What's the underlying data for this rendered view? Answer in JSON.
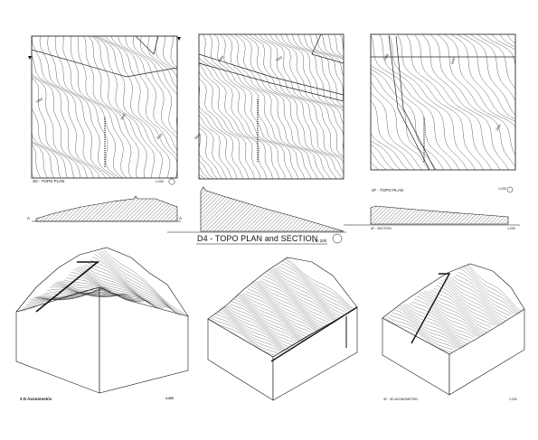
{
  "sheet": {
    "title": "D4 - TOPO PLAN and SECTION",
    "scale": "1 to 200"
  },
  "plans": [
    {
      "label": "3D - TOPO PLAN",
      "scale": "1:200",
      "contour_labels": [
        "1660",
        "1640",
        "1620"
      ]
    },
    {
      "label": "",
      "scale": "",
      "contour_labels": [
        "1660",
        "1640",
        "1620"
      ]
    },
    {
      "label": "4F - TOPO PLAN",
      "scale": "1:200",
      "contour_labels": [
        "1660",
        "1640",
        "1620"
      ]
    }
  ],
  "sections": [
    {
      "label": "",
      "end_left": "A",
      "end_right": "A",
      "scale": ""
    },
    {
      "label": "",
      "end_left": "",
      "end_right": "",
      "scale": ""
    },
    {
      "label": "4F - SECTION",
      "end_left": "",
      "end_right": "",
      "scale": "1:200"
    }
  ],
  "models": [
    {
      "label": "3 D Axonometric",
      "scale": "1:200"
    },
    {
      "label": "",
      "scale": ""
    },
    {
      "label": "4F - 3D AXONOMETRIC",
      "scale": "1:200"
    }
  ]
}
